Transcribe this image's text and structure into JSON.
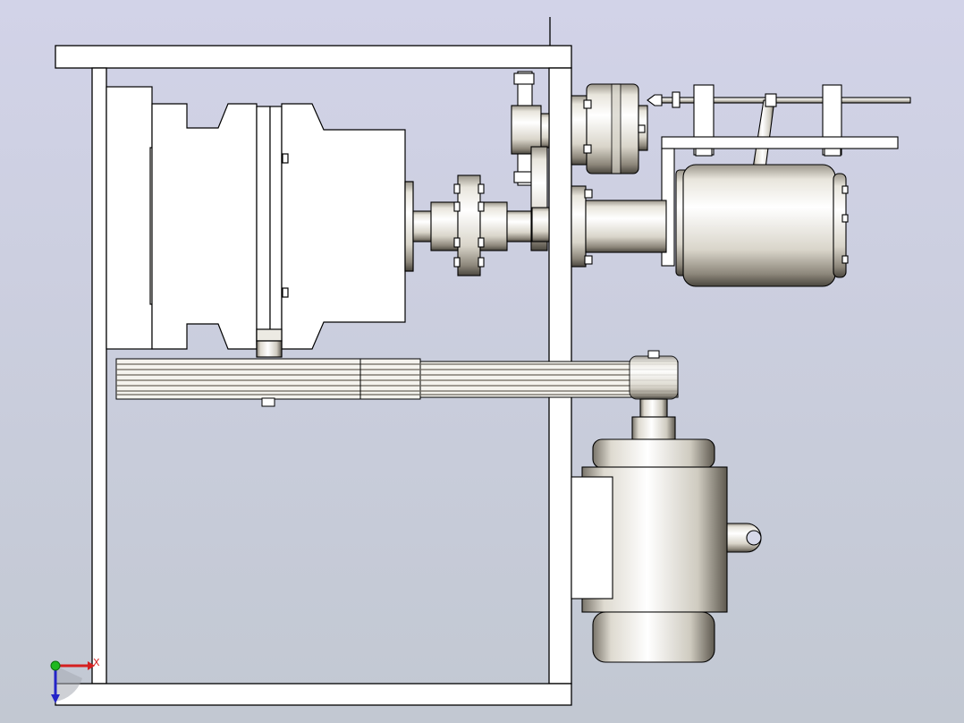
{
  "viewport": {
    "background_top": "#d2d3e8",
    "background_bottom": "#c2c8d2"
  },
  "triad": {
    "x_label": "X",
    "colors": {
      "x": "#d42020",
      "y": "#1fb81f",
      "z": "#2424c8"
    }
  },
  "model": {
    "components": [
      "frame",
      "gearbox",
      "flange-coupling",
      "sprocket",
      "brake",
      "lever-mechanism",
      "small-motor",
      "belt-drive",
      "main-motor"
    ],
    "metal_light": "#fbfaf5",
    "metal_dark": "#3a362e",
    "edge_color": "#000000"
  }
}
